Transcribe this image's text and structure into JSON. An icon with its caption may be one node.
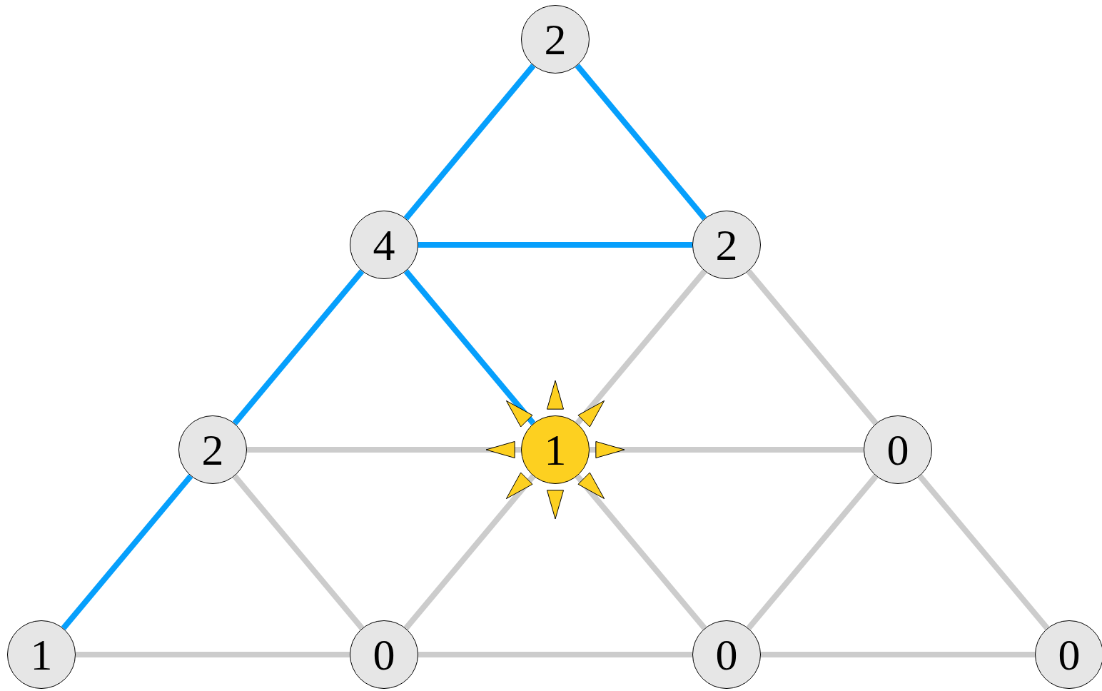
{
  "diagram": {
    "nodes": [
      {
        "text": [
          "2"
        ]
      },
      {
        "text": [
          "4"
        ]
      },
      {
        "text": [
          "2"
        ]
      },
      {
        "text": [
          "2"
        ]
      },
      {
        "text": [
          "1"
        ]
      },
      {
        "text": [
          "0"
        ]
      },
      {
        "text": [
          "1"
        ]
      },
      {
        "text": [
          "0"
        ]
      },
      {
        "text": [
          "0"
        ]
      },
      {
        "text": [
          "0"
        ]
      }
    ],
    "edges": [
      {
        "from": 0,
        "to": 1,
        "arrow": "none",
        "color": "#069ffc"
      },
      {
        "from": 0,
        "to": 2,
        "arrow": "none",
        "color": "#069ffc"
      },
      {
        "from": 1,
        "to": 2,
        "arrow": "none",
        "color": "#069ffc"
      },
      {
        "from": 1,
        "to": 4,
        "arrow": "none",
        "color": "#069ffc"
      },
      {
        "from": 1,
        "to": 3,
        "arrow": "none",
        "color": "#069ffc"
      },
      {
        "from": 3,
        "to": 6,
        "arrow": "none",
        "color": "#069ffc"
      },
      {
        "from": 2,
        "to": 4,
        "arrow": "none"
      },
      {
        "from": 2,
        "to": 5,
        "arrow": "none"
      },
      {
        "from": 3,
        "to": 4,
        "arrow": "none"
      },
      {
        "from": 3,
        "to": 7,
        "arrow": "none"
      },
      {
        "from": 4,
        "to": 5,
        "arrow": "none"
      },
      {
        "from": 4,
        "to": 7,
        "arrow": "none"
      },
      {
        "from": 4,
        "to": 8,
        "arrow": "none"
      },
      {
        "from": 5,
        "to": 8,
        "arrow": "none"
      },
      {
        "from": 5,
        "to": 9,
        "arrow": "none"
      },
      {
        "from": 6,
        "to": 7,
        "arrow": "none"
      },
      {
        "from": 7,
        "to": 8,
        "arrow": "none"
      },
      {
        "from": 8,
        "to": 9,
        "arrow": "none"
      }
    ]
  }
}
